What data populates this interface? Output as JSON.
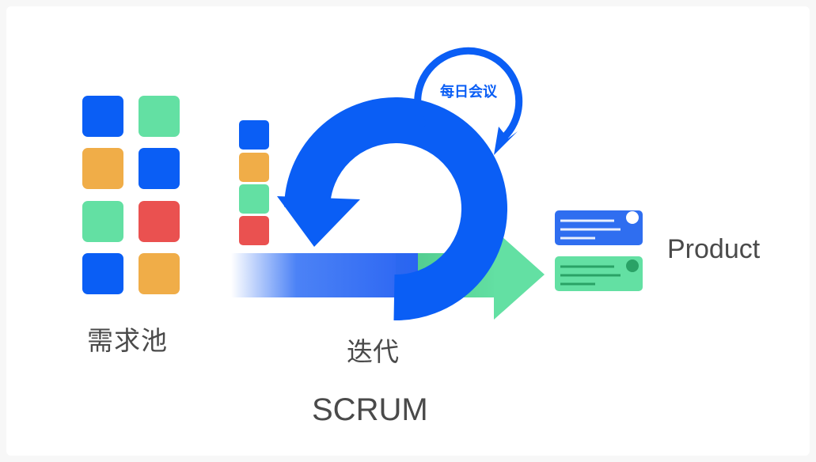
{
  "labels": {
    "backlog": "需求池",
    "iteration": "迭代",
    "daily_meeting": "每日会议",
    "product": "Product",
    "method": "SCRUM"
  },
  "colors": {
    "blue": "#0a5ef5",
    "green": "#63e0a3",
    "orange": "#f0ad48",
    "red": "#ea5150",
    "text": "#4a4a4a"
  },
  "backlog_grid": [
    [
      "blue",
      "green"
    ],
    [
      "orange",
      "blue"
    ],
    [
      "green",
      "red"
    ],
    [
      "blue",
      "orange"
    ]
  ],
  "sprint_stack": [
    "blue",
    "orange",
    "green",
    "red"
  ]
}
